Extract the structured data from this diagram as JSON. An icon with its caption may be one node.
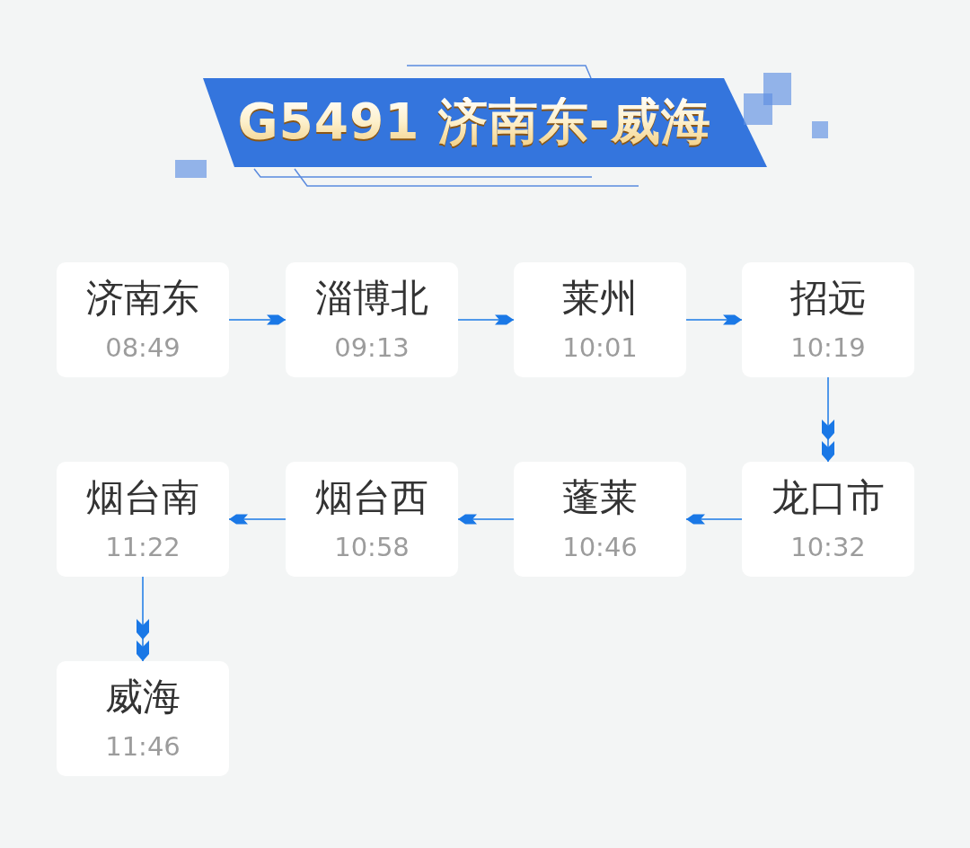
{
  "diagram": {
    "title": "G5491 济南东-威海",
    "nodes": [
      {
        "text": [
          "济南东",
          "08:49"
        ]
      },
      {
        "text": [
          "淄博北",
          "09:13"
        ]
      },
      {
        "text": [
          "莱州",
          "10:01"
        ]
      },
      {
        "text": [
          "招远",
          "10:19"
        ]
      },
      {
        "text": [
          "烟台南",
          "11:22"
        ]
      },
      {
        "text": [
          "烟台西",
          "10:58"
        ]
      },
      {
        "text": [
          "蓬莱",
          "10:46"
        ]
      },
      {
        "text": [
          "龙口市",
          "10:32"
        ]
      },
      {
        "text": [
          "威海",
          "11:46"
        ]
      }
    ],
    "edges": [
      {
        "from": 0,
        "to": 1,
        "arrow": "to"
      },
      {
        "from": 1,
        "to": 2,
        "arrow": "to"
      },
      {
        "from": 2,
        "to": 3,
        "arrow": "to"
      },
      {
        "from": 3,
        "to": 7,
        "arrow": "to"
      },
      {
        "from": 7,
        "to": 6,
        "arrow": "to"
      },
      {
        "from": 6,
        "to": 5,
        "arrow": "to"
      },
      {
        "from": 5,
        "to": 4,
        "arrow": "to"
      },
      {
        "from": 4,
        "to": 8,
        "arrow": "to"
      }
    ]
  }
}
